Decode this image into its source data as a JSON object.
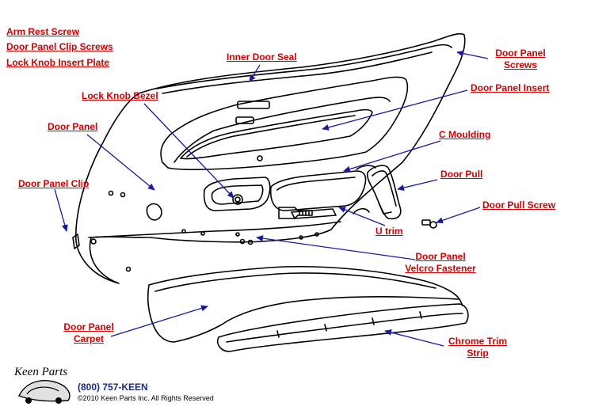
{
  "labels": {
    "arm_rest_screw": "Arm Rest Screw",
    "door_panel_clip_screws": "Door Panel Clip Screws",
    "lock_knob_insert_plate": "Lock Knob Insert Plate",
    "inner_door_seal": "Inner Door Seal",
    "door_panel_screws_l1": "Door Panel",
    "door_panel_screws_l2": "Screws",
    "door_panel_insert": "Door Panel Insert",
    "lock_knob_bezel": "Lock Knob Bezel",
    "door_panel": "Door Panel",
    "c_moulding": "C Moulding",
    "door_pull": "Door Pull",
    "door_panel_clip": "Door Panel Clip",
    "door_pull_screw": "Door Pull Screw",
    "u_trim": "U trim",
    "velcro_l1": "Door Panel",
    "velcro_l2": "Velcro Fastener",
    "carpet_l1": "Door Panel",
    "carpet_l2": "Carpet",
    "chrome_trim_l1": "Chrome Trim",
    "chrome_trim_l2": "Strip"
  },
  "footer": {
    "logo_text": "Keen Parts",
    "phone": "(800) 757-KEEN",
    "copyright": "©2010 Keen Parts Inc. All Rights Reserved"
  },
  "colors": {
    "label": "#d40000",
    "arrow": "#1a1aa0",
    "line": "#000000",
    "phone": "#1a2a8a"
  }
}
